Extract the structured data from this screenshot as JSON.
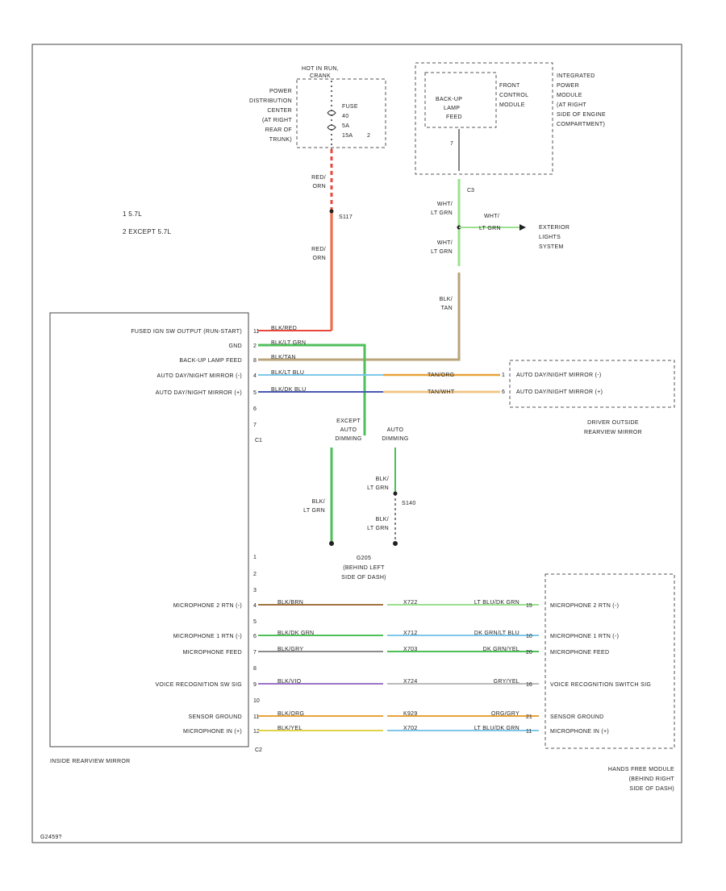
{
  "legend": {
    "item1": "1  5.7L",
    "item2": "2  EXCEPT 5.7L"
  },
  "pdc": {
    "label": [
      "POWER",
      "DISTRIBUTION",
      "CENTER",
      "(AT RIGHT",
      "REAR OF",
      "TRUNK)"
    ],
    "hot": "HOT IN RUN,",
    "hot2": "CRANK",
    "fuse": [
      "FUSE",
      "40",
      "5A",
      "15A"
    ],
    "pin": "2"
  },
  "ipm": {
    "inner": [
      "BACK-UP",
      "LAMP",
      "FEED"
    ],
    "fcm": [
      "FRONT",
      "CONTROL",
      "MODULE"
    ],
    "label": [
      "INTEGRATED",
      "POWER",
      "MODULE",
      "(AT RIGHT",
      "SIDE OF ENGINE",
      "COMPARTMENT)"
    ],
    "pin": "7",
    "conn": "C3"
  },
  "wires": {
    "red_orn_1": [
      "RED/",
      "ORN"
    ],
    "red_orn_2": [
      "RED/",
      "ORN"
    ],
    "splice1": "S117",
    "wht_ltgrn_1": [
      "WHT/",
      "LT GRN"
    ],
    "wht_ltgrn_2": [
      "WHT/",
      "LT GRN"
    ],
    "wht_ltgrn_3": [
      "WHT/",
      "LT GRN"
    ],
    "ext_lights": [
      "EXTERIOR",
      "LIGHTS",
      "SYSTEM"
    ],
    "blk_tan": [
      "BLK/",
      "TAN"
    ],
    "except_auto": [
      "EXCEPT",
      "AUTO",
      "DIMMING"
    ],
    "auto_dim": [
      "AUTO",
      "DIMMING"
    ],
    "blk_ltgrn_1": [
      "BLK/",
      "LT GRN"
    ],
    "blk_ltgrn_2": [
      "BLK/",
      "LT GRN"
    ],
    "blk_ltgrn_3": [
      "BLK/",
      "LT GRN"
    ],
    "splice2": "S140",
    "ground": [
      "G205",
      "(BEHIND LEFT",
      "SIDE OF DASH)"
    ]
  },
  "mirror": {
    "name": "INSIDE REARVIEW MIRROR",
    "c1": "C1",
    "c2": "C2",
    "c1_pins": [
      {
        "n": "11",
        "label": "FUSED IGN SW OUTPUT (RUN-START)",
        "wire": "BLK/RED"
      },
      {
        "n": "2",
        "label": "GND",
        "wire": "BLK/LT GRN"
      },
      {
        "n": "8",
        "label": "BACK-UP LAMP FEED",
        "wire": "BLK/TAN"
      },
      {
        "n": "4",
        "label": "AUTO DAY/NIGHT MIRROR (-)",
        "wire": "BLK/LT BLU"
      },
      {
        "n": "5",
        "label": "AUTO DAY/NIGHT MIRROR (+)",
        "wire": "BLK/DK BLU"
      },
      {
        "n": "6",
        "label": "",
        "wire": ""
      },
      {
        "n": "7",
        "label": "",
        "wire": ""
      }
    ],
    "c2_pins": [
      {
        "n": "1",
        "label": "",
        "wire": ""
      },
      {
        "n": "2",
        "label": "",
        "wire": ""
      },
      {
        "n": "3",
        "label": "",
        "wire": ""
      },
      {
        "n": "4",
        "label": "MICROPHONE 2 RTN (-)",
        "wire": "BLK/BRN"
      },
      {
        "n": "5",
        "label": "",
        "wire": ""
      },
      {
        "n": "6",
        "label": "MICROPHONE 1 RTN (-)",
        "wire": "BLK/DK GRN"
      },
      {
        "n": "7",
        "label": "MICROPHONE FEED",
        "wire": "BLK/GRY"
      },
      {
        "n": "8",
        "label": "",
        "wire": ""
      },
      {
        "n": "9",
        "label": "VOICE RECOGNITION SW SIG",
        "wire": "BLK/VIO"
      },
      {
        "n": "10",
        "label": "",
        "wire": ""
      },
      {
        "n": "11",
        "label": "SENSOR GROUND",
        "wire": "BLK/ORG"
      },
      {
        "n": "12",
        "label": "MICROPHONE IN (+)",
        "wire": "BLK/YEL"
      }
    ]
  },
  "driver_mirror": {
    "name": [
      "DRIVER OUTSIDE",
      "REARVIEW MIRROR"
    ],
    "rows": [
      {
        "label": "AUTO DAY/NIGHT MIRROR (-)",
        "wire": "TAN/ORG",
        "pin": "1"
      },
      {
        "label": "AUTO DAY/NIGHT MIRROR (+)",
        "wire": "TAN/WHT",
        "pin": "6"
      }
    ]
  },
  "hfm": {
    "name": [
      "HANDS FREE MODULE",
      "(BEHIND RIGHT",
      "SIDE OF DASH)"
    ],
    "rows": [
      {
        "label": "MICROPHONE 2 RTN (-)",
        "circuit": "X722",
        "wire": "LT BLU/DK GRN",
        "pin": "15"
      },
      {
        "label": "MICROPHONE 1 RTN (-)",
        "circuit": "X712",
        "wire": "DK GRN/LT BLU",
        "pin": "10"
      },
      {
        "label": "MICROPHONE FEED",
        "circuit": "X703",
        "wire": "DK GRN/YEL",
        "pin": "20"
      },
      {
        "label": "VOICE RECOGNITION SWITCH SIG",
        "circuit": "X724",
        "wire": "GRY/YEL",
        "pin": "16"
      },
      {
        "label": "SENSOR GROUND",
        "circuit": "K929",
        "wire": "ORG/GRY",
        "pin": "21"
      },
      {
        "label": "MICROPHONE IN (+)",
        "circuit": "X702",
        "wire": "LT BLU/DK GRN",
        "pin": "11"
      }
    ]
  },
  "footer": {
    "code": "G2459?"
  },
  "colors": {
    "red": "#e8483b",
    "orange": "#e8a23a",
    "green": "#4fbf5a",
    "ltgreen": "#9be08f",
    "tan": "#b9a47a",
    "ltblue": "#7fc7e8",
    "dkblue": "#4a58b0",
    "brown": "#a0733f",
    "gray": "#8c8c8c",
    "yellow": "#e2d24a",
    "violet": "#9b73c6"
  }
}
